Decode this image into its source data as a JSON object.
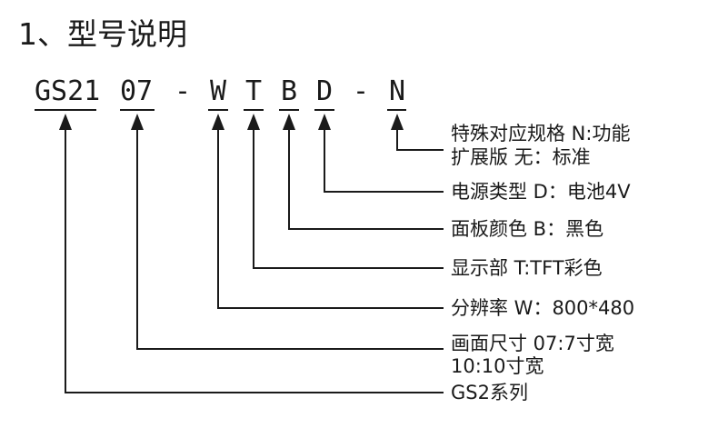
{
  "title": "1、型号说明",
  "code": {
    "series": "GS21",
    "size": "07",
    "dash1": "-",
    "resolution": "W",
    "display": "T",
    "panel": "B",
    "power": "D",
    "dash2": "-",
    "special": "N"
  },
  "labels": {
    "special_line1": "特殊对应规格 N:功能",
    "special_line2": "扩展版  无：标准",
    "power": "电源类型 D：电池4V",
    "panel": "面板颜色 B：黑色",
    "display": "显示部 T:TFT彩色",
    "resolution": "分辨率 W：800*480",
    "size_line1": "画面尺寸 07:7寸宽",
    "size_line2": "10:10寸宽",
    "series": "GS2系列"
  },
  "colors": {
    "ink": "#1a1a1a",
    "background": "#ffffff"
  }
}
